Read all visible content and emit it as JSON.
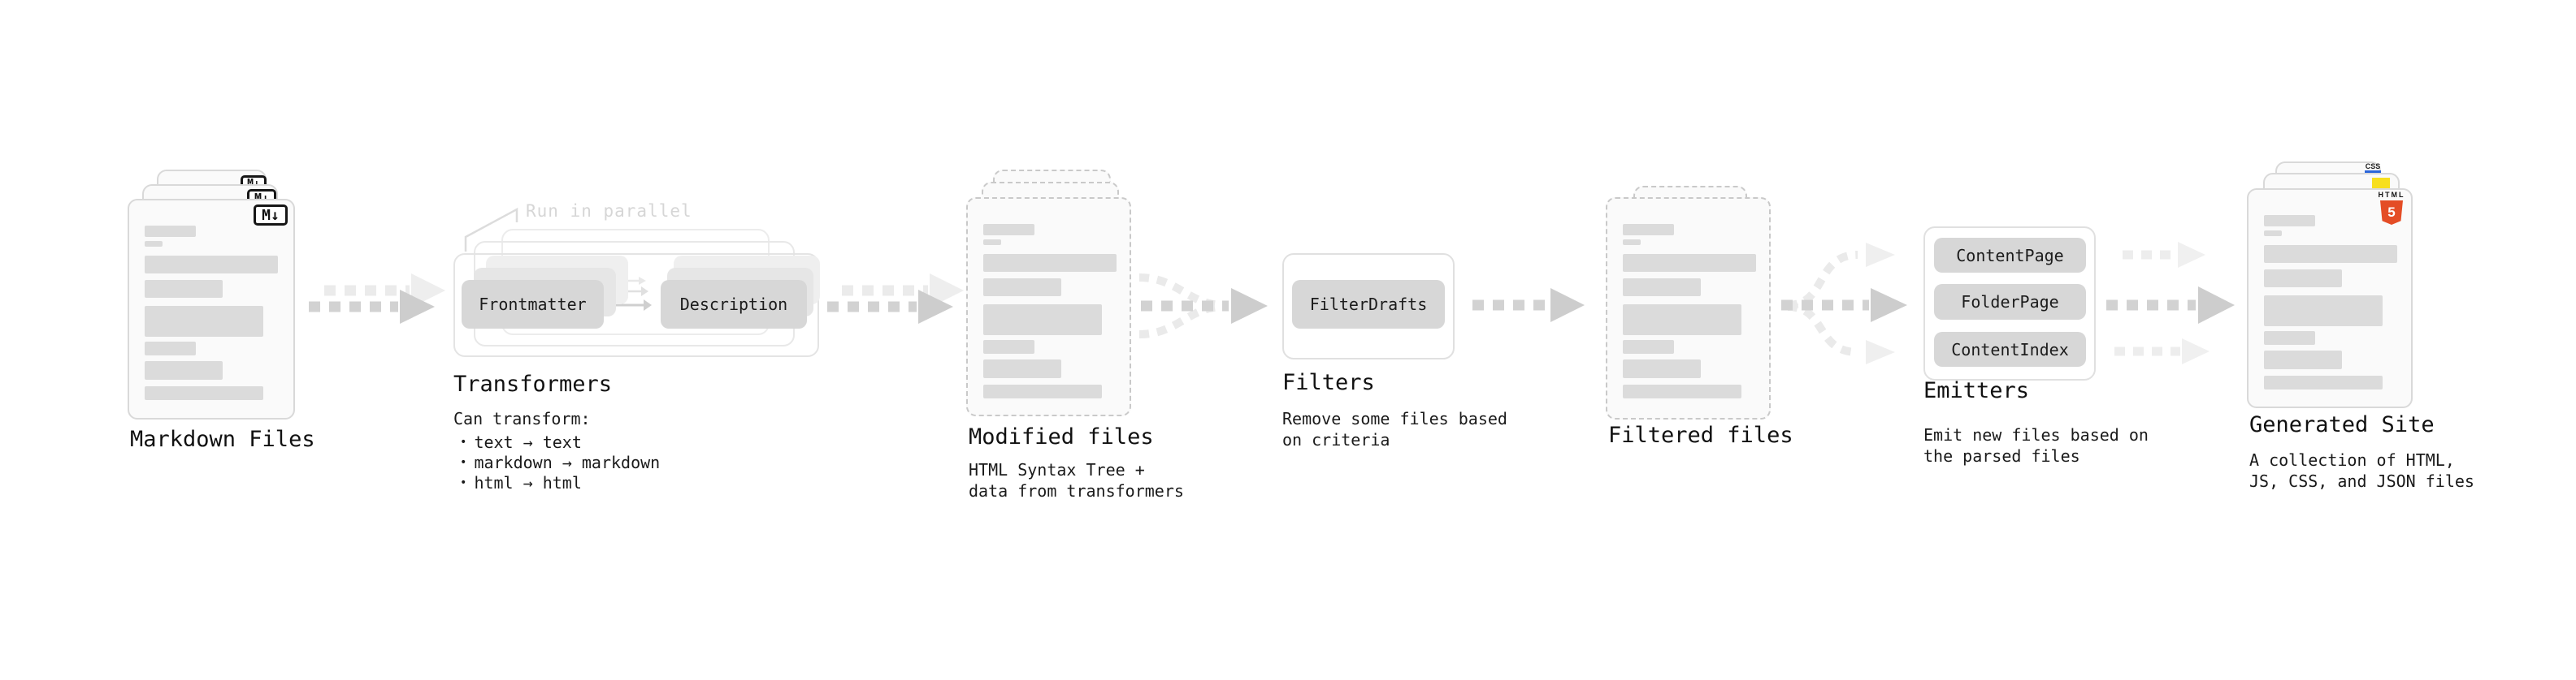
{
  "diagram": {
    "note": "Run in parallel",
    "bullet_char": "•",
    "stages": {
      "markdown_files": {
        "label": "Markdown Files",
        "badge": "M↓"
      },
      "transformers": {
        "label": "Transformers",
        "intro": "Can transform:",
        "bullets": [
          "text → text",
          "markdown → markdown",
          "html → html"
        ],
        "pill_from": "Frontmatter",
        "pill_to": "Description"
      },
      "modified_files": {
        "label": "Modified files",
        "desc": [
          "HTML Syntax Tree +",
          "data from transformers"
        ]
      },
      "filters": {
        "label": "Filters",
        "pill": "FilterDrafts",
        "desc": [
          "Remove some files based",
          "on criteria"
        ]
      },
      "filtered_files": {
        "label": "Filtered files"
      },
      "emitters": {
        "label": "Emitters",
        "pills": [
          "ContentPage",
          "FolderPage",
          "ContentIndex"
        ],
        "desc": [
          "Emit new files based on",
          "the parsed files"
        ]
      },
      "generated_site": {
        "label": "Generated Site",
        "desc": [
          "A collection of HTML,",
          "JS, CSS, and JSON files"
        ],
        "html5_badge_word": "HTML",
        "html5_badge_number": "5",
        "css_badge": "CSS"
      }
    },
    "colors": {
      "html5_orange": "#e44d26",
      "js_yellow": "#f7df1e",
      "css_blue": "#2b65d9"
    }
  }
}
